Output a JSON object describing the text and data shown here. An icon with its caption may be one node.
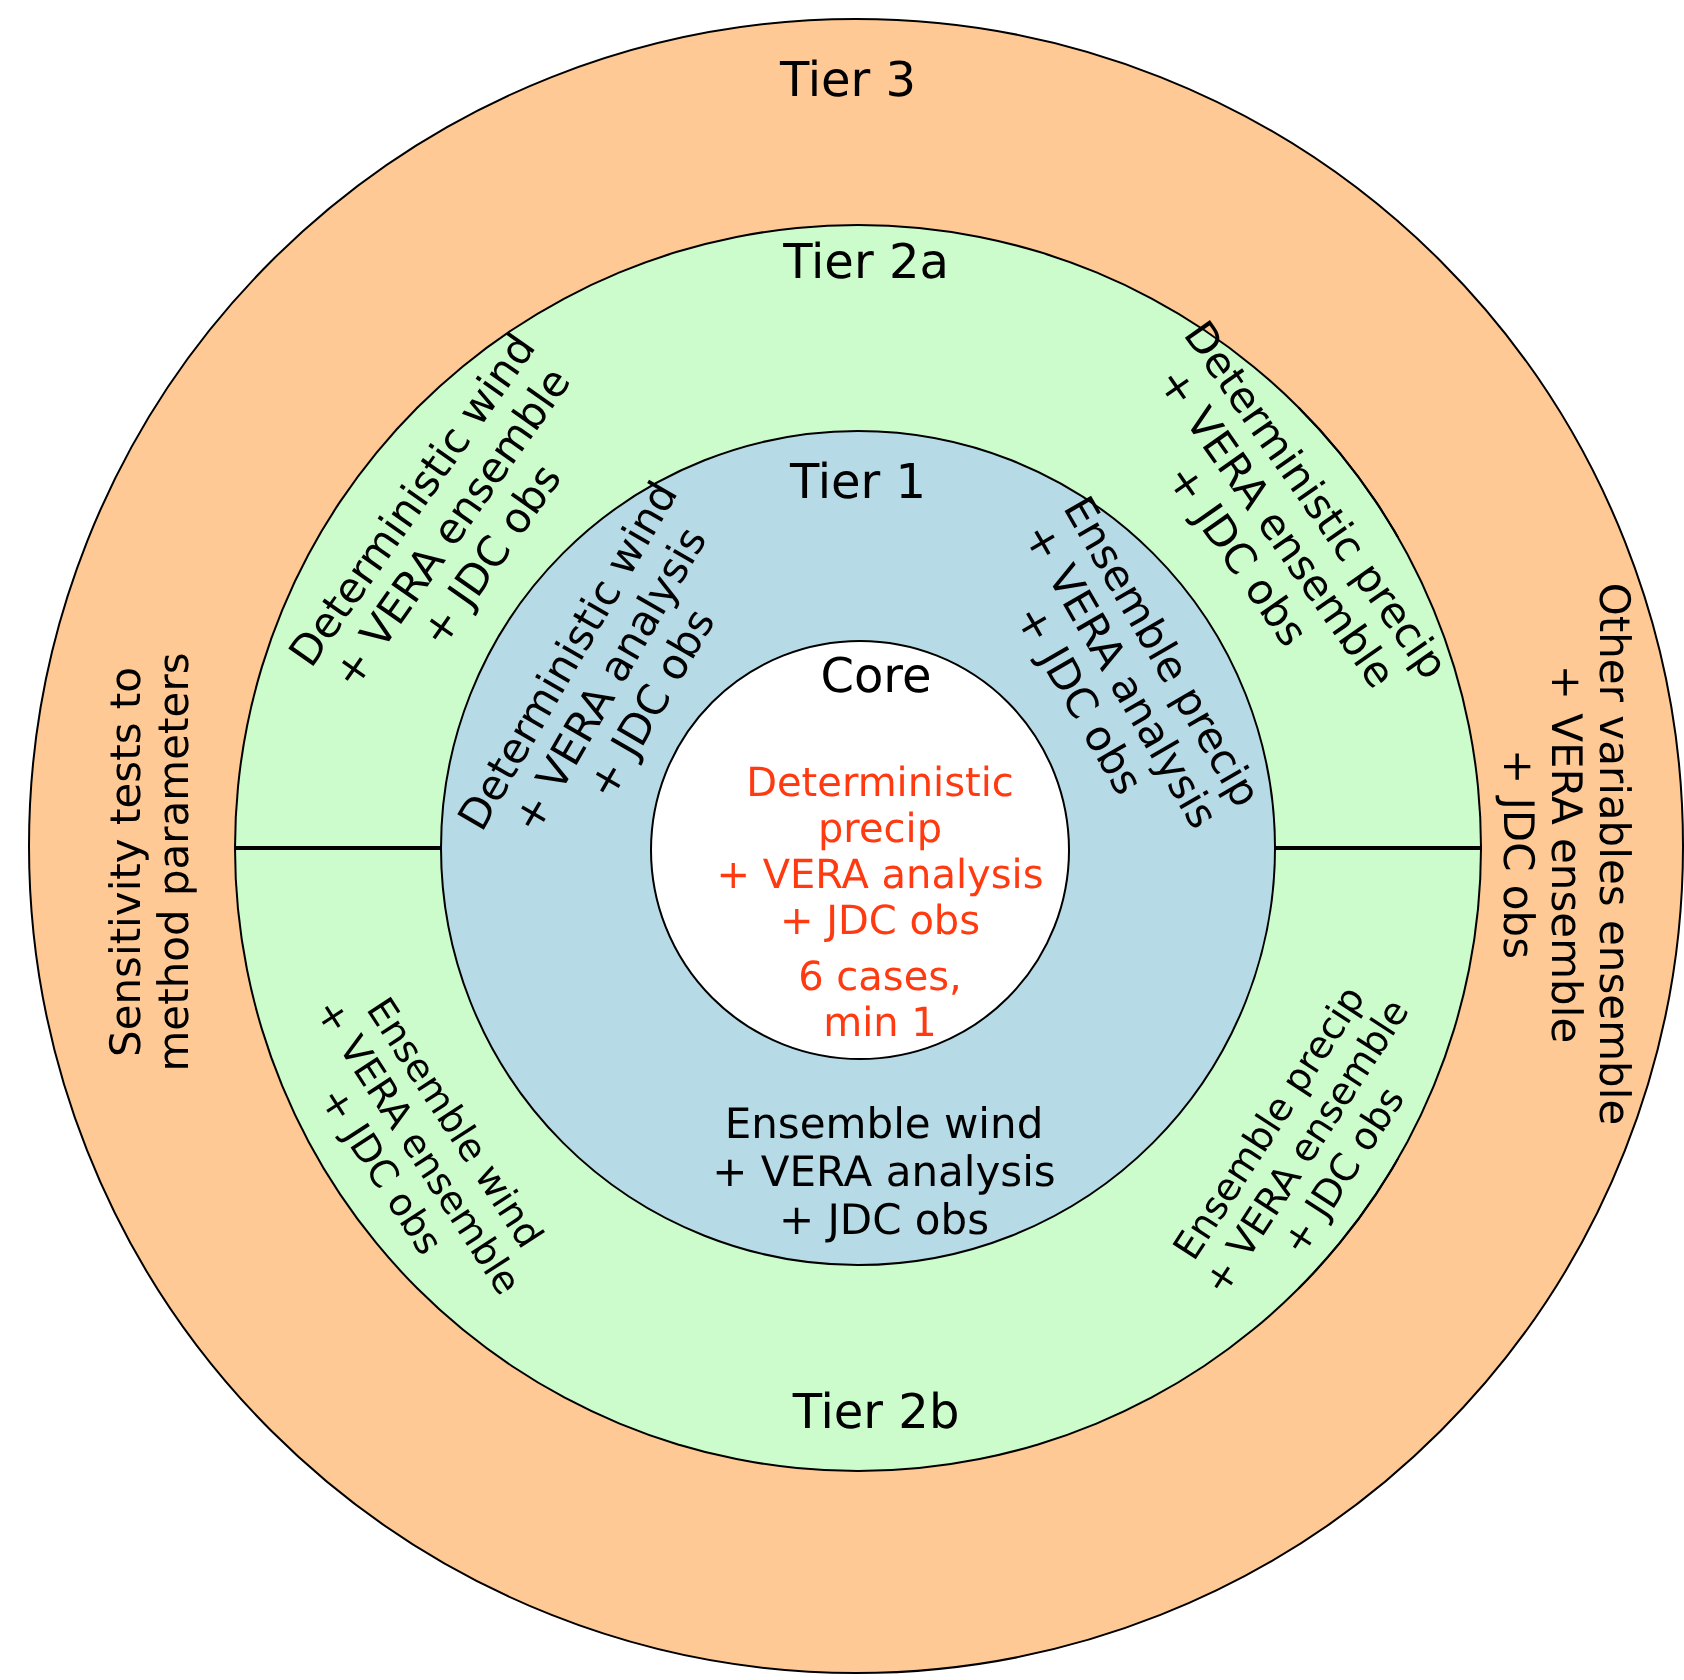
{
  "diagram": {
    "nodes": [
      {
        "text": [
          "Tier 3",
          "Sensitivity tests to method parameters",
          "Other variables ensemble + VERA ensemble + JDC obs"
        ]
      },
      {
        "text": [
          "Tier 2a",
          "Deterministic wind + VERA ensemble + JDC obs",
          "Deterministic precip + VERA ensemble + JDC obs"
        ],
        "in": 0
      },
      {
        "text": [
          "Tier 2b",
          "Ensemble wind + VERA ensemble + JDC obs",
          "Ensemble precip + VERA ensemble + JDC obs"
        ],
        "in": 0
      },
      {
        "text": [
          "Tier 1",
          "Deterministic wind + VERA analysis + JDC obs",
          "Ensemble precip + VERA analysis + JDC obs",
          "Ensemble wind + VERA analysis + JDC obs"
        ],
        "in": 0
      },
      {
        "text": [
          "Core",
          "Deterministic precip + VERA analysis + JDC obs",
          "6 cases, min 1"
        ],
        "in": 3
      }
    ]
  }
}
